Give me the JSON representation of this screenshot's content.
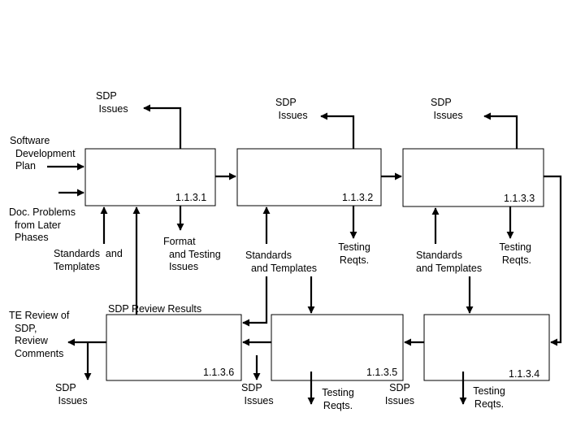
{
  "colors": {
    "ink": "#000000",
    "background": "#ffffff"
  },
  "boxes": {
    "b1": "1.1.3.1",
    "b2": "1.1.3.2",
    "b3": "1.1.3.3",
    "b4": "1.1.3.4",
    "b5": "1.1.3.5",
    "b6": "1.1.3.6"
  },
  "labels": {
    "sdp_issues_top_1": "SDP\n Issues",
    "sdp_issues_top_2": "SDP\n Issues",
    "sdp_issues_top_3": "SDP\n Issues",
    "software_development_plan": "Software\n  Development\n  Plan",
    "doc_problems": "Doc. Problems\n  from Later\n  Phases",
    "standards_templates_1": "Standards  and\nTemplates",
    "format_testing_issues": "Format\n  and Testing\n  Issues",
    "standards_templates_2": "Standards\n  and Templates",
    "testing_reqts_top_2": "Testing\nReqts.",
    "standards_templates_3": "Standards\nand Templates",
    "testing_reqts_top_3": "Testing\nReqts.",
    "sdp_review_results": "SDP Review Results",
    "te_review": "TE Review of\n  SDP,\n  Review\n  Comments",
    "sdp_issues_bottom_1": "SDP\n Issues",
    "sdp_issues_bottom_2": "SDP\n Issues",
    "testing_reqts_bottom_1": "Testing\nReqts.",
    "sdp_issues_bottom_3": "SDP\nIssues",
    "testing_reqts_bottom_2": "Testing\nReqts."
  }
}
